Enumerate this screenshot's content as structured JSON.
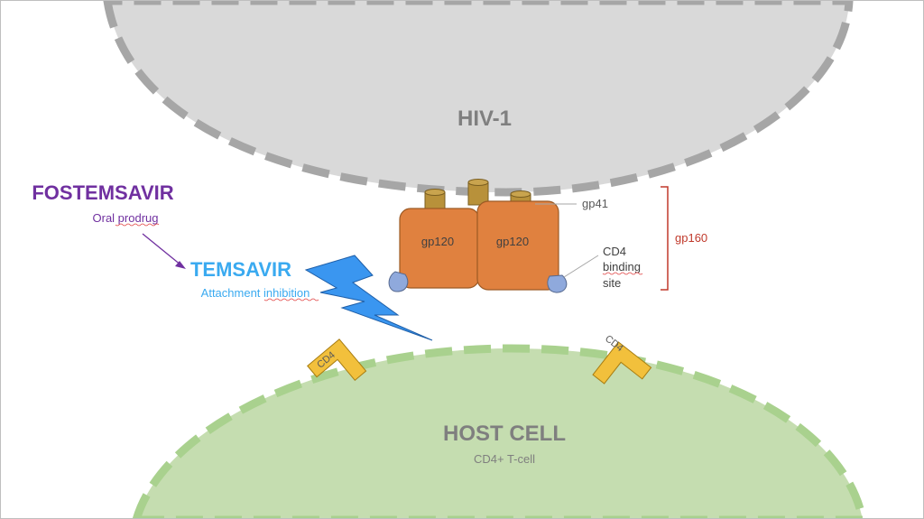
{
  "virus": {
    "label": "HIV-1"
  },
  "host": {
    "label": "HOST CELL",
    "sublabel": "CD4+ T-cell"
  },
  "drug": {
    "prodrug_name": "FOSTEMSAVIR",
    "prodrug_note": "Oral prodrug",
    "active_name": "TEMSAVIR",
    "active_note": "Attachment inhibition"
  },
  "proteins": {
    "gp120_left": "gp120",
    "gp120_right": "gp120",
    "gp41": "gp41",
    "gp160": "gp160",
    "cd4_site_line1": "CD4",
    "cd4_site_line2": "binding",
    "cd4_site_line3": "site"
  },
  "receptors": {
    "left": "CD4",
    "right": "CD4"
  },
  "colors": {
    "virus_fill": "#d9d9d9",
    "virus_border": "#a6a6a6",
    "host_fill": "#c5ddb0",
    "host_border": "#a9d18e",
    "gp120": "#e0813f",
    "gp120_border": "#9c5a24",
    "gp41": "#b8913a",
    "binding_site": "#8fa9dc",
    "receptor": "#f2c03c",
    "prodrug": "#7030a0",
    "active": "#3aaaf0",
    "lightning": "#3a96f0",
    "gp160": "#c0392b"
  }
}
